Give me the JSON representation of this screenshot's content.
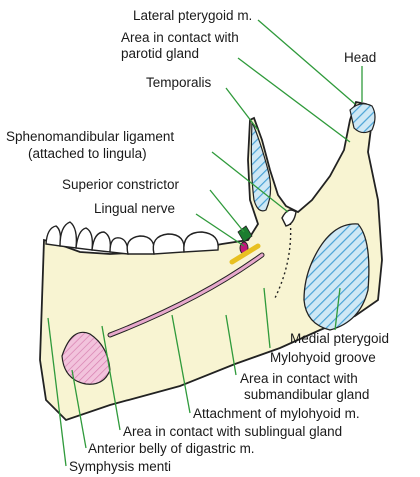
{
  "labels": {
    "lateral_pterygoid": "Lateral pterygoid m.",
    "parotid_line1": "Area in contact with",
    "parotid_line2": "parotid gland",
    "head": "Head",
    "temporalis": "Temporalis",
    "spheno_line1": "Sphenomandibular ligament",
    "spheno_line2": "(attached to lingula)",
    "superior_constrictor": "Superior constrictor",
    "lingual_nerve": "Lingual nerve",
    "medial_pterygoid": "Medial pterygoid",
    "mylohyoid_groove": "Mylohyoid groove",
    "submandibular_line1": "Area in contact with",
    "submandibular_line2": "submandibular gland",
    "mylohyoid_attachment": "Attachment of mylohyoid m.",
    "sublingual": "Area in contact with sublingual gland",
    "digastric": "Anterior belly of digastric m.",
    "symphysis": "Symphysis menti"
  },
  "colors": {
    "bone": "#f8f4d2",
    "outline": "#222222",
    "muscle_hatch": "#6fb4dc",
    "digastric_fill": "#e6a0c8",
    "mylohyoid_line": "#c06a9a",
    "leader": "#2f9a3b",
    "lingual_nerve": "#e8c020"
  }
}
